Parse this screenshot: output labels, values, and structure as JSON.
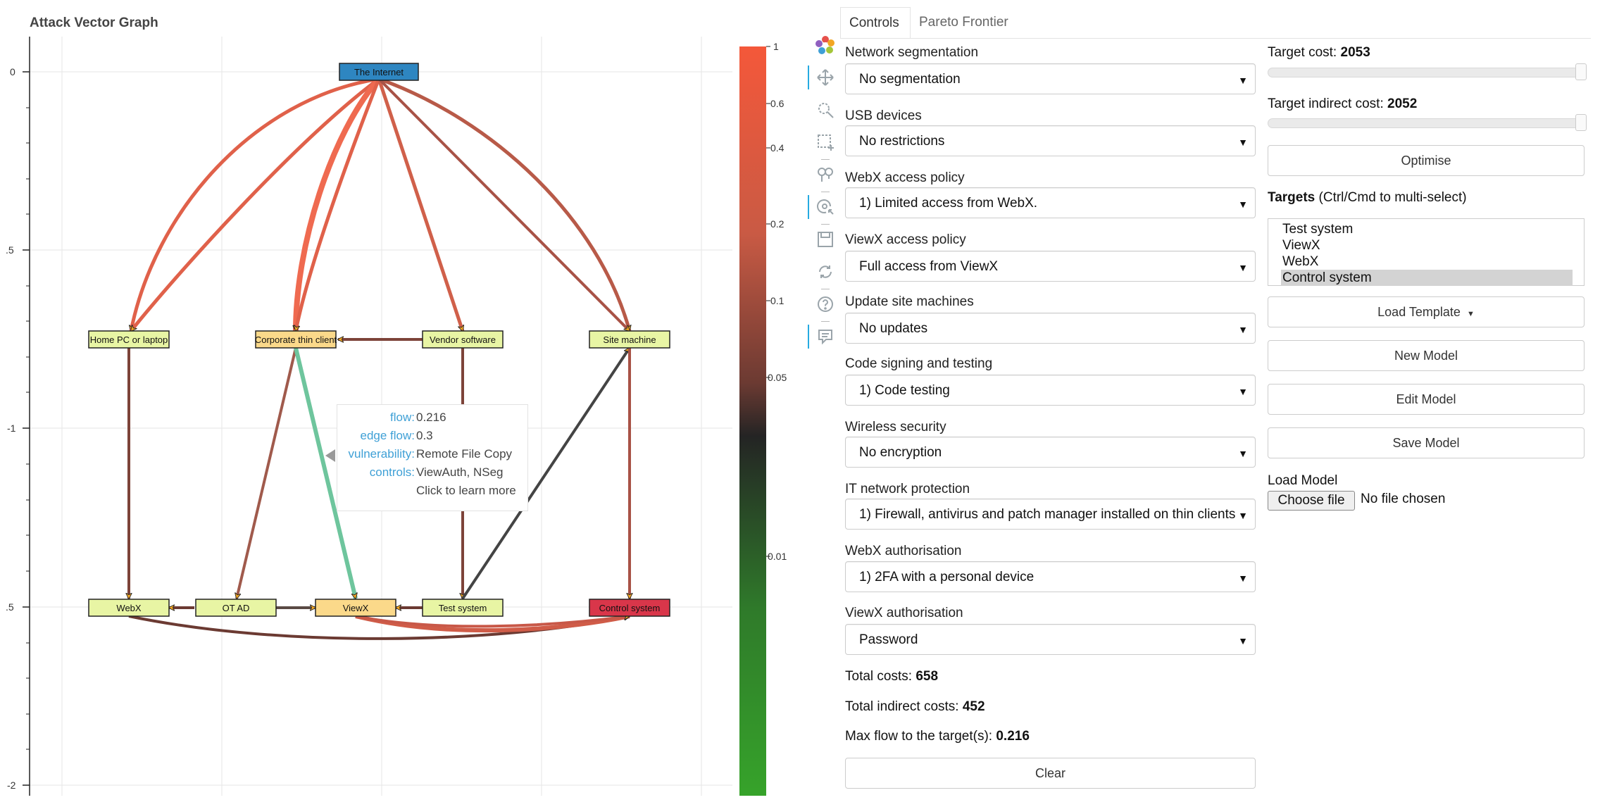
{
  "plot": {
    "title": "Attack Vector Graph",
    "y_ticks": [
      "0",
      ".5",
      "-1",
      ".5",
      "-2"
    ],
    "nodes": [
      {
        "label": "The Internet",
        "fill": "#2e86c1"
      },
      {
        "label": "Home PC or laptop",
        "fill": "#e8f5a4"
      },
      {
        "label": "Corporate thin client",
        "fill": "#fbd98a"
      },
      {
        "label": "Vendor software",
        "fill": "#e8f5a4"
      },
      {
        "label": "Site machine",
        "fill": "#e8f5a4"
      },
      {
        "label": "WebX",
        "fill": "#e8f5a4"
      },
      {
        "label": "OT AD",
        "fill": "#e8f5a4"
      },
      {
        "label": "ViewX",
        "fill": "#fbd98a"
      },
      {
        "label": "Test system",
        "fill": "#e8f5a4"
      },
      {
        "label": "Control system",
        "fill": "#d9364a"
      }
    ],
    "colorbar": {
      "ticks": [
        "1",
        "0.6",
        "0.4",
        "0.2",
        "0.1",
        "0.05",
        "0.01"
      ],
      "colors": [
        "#f4583a",
        "#242424",
        "#36a32a"
      ]
    }
  },
  "tooltip": {
    "rows": [
      {
        "key": "flow:",
        "value": "0.216"
      },
      {
        "key": "edge flow:",
        "value": "0.3"
      },
      {
        "key": "vulnerability:",
        "value": "Remote File Copy"
      },
      {
        "key": "controls:",
        "value": "ViewAuth, NSeg"
      },
      {
        "key": "",
        "value": "Click to learn more"
      }
    ]
  },
  "toolbar": {
    "tools": [
      "bokeh-logo-icon",
      "pan-icon",
      "zoom-icon",
      "box-select-icon",
      "tap-icon",
      "hover-icon",
      "save-icon",
      "reset-icon",
      "help-icon",
      "comment-icon"
    ]
  },
  "tabs": {
    "controls": "Controls",
    "pareto": "Pareto Frontier"
  },
  "controls": [
    {
      "label": "Network segmentation",
      "value": "No segmentation"
    },
    {
      "label": "USB devices",
      "value": "No restrictions"
    },
    {
      "label": "WebX access policy",
      "value": "1) Limited access from WebX."
    },
    {
      "label": "ViewX access policy",
      "value": "Full access from ViewX"
    },
    {
      "label": "Update site machines",
      "value": "No updates"
    },
    {
      "label": "Code signing and testing",
      "value": "1) Code testing"
    },
    {
      "label": "Wireless security",
      "value": "No encryption"
    },
    {
      "label": "IT network protection",
      "value": "1) Firewall, antivirus and patch manager installed on thin clients"
    },
    {
      "label": "WebX authorisation",
      "value": "1) 2FA with a personal device"
    },
    {
      "label": "ViewX authorisation",
      "value": "Password"
    }
  ],
  "stats": {
    "total_costs_label": "Total costs:",
    "total_costs": "658",
    "indirect_label": "Total indirect costs:",
    "indirect": "452",
    "maxflow_label": "Max flow to the target(s):",
    "maxflow": "0.216"
  },
  "clear_button": "Clear",
  "right": {
    "target_cost_label": "Target cost:",
    "target_cost": "2053",
    "target_indirect_label": "Target indirect cost:",
    "target_indirect": "2052",
    "target_cost_level": 1.0,
    "target_indirect_level": 1.0,
    "optimise": "Optimise",
    "targets_label": "Targets",
    "targets_hint": "(Ctrl/Cmd to multi-select)",
    "targets": [
      {
        "label": "Test system",
        "selected": false
      },
      {
        "label": "ViewX",
        "selected": false
      },
      {
        "label": "WebX",
        "selected": false
      },
      {
        "label": "Control system",
        "selected": true
      }
    ],
    "load_template": "Load Template",
    "new_model": "New Model",
    "edit_model": "Edit Model",
    "save_model": "Save Model",
    "load_model_label": "Load Model",
    "choose_file": "Choose file",
    "no_file": "No file chosen"
  }
}
